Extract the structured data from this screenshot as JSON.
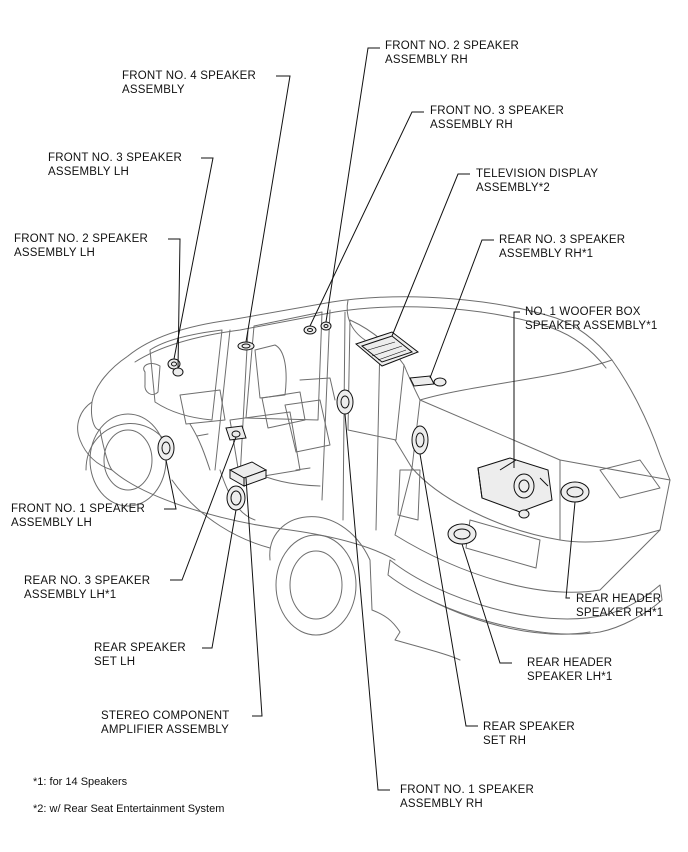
{
  "labels": {
    "front_no2_rh": [
      "FRONT NO. 2 SPEAKER",
      "ASSEMBLY RH"
    ],
    "front_no4": [
      "FRONT NO. 4 SPEAKER",
      "ASSEMBLY"
    ],
    "front_no3_rh": [
      "FRONT NO. 3 SPEAKER",
      "ASSEMBLY RH"
    ],
    "front_no3_lh": [
      "FRONT NO. 3 SPEAKER",
      "ASSEMBLY LH"
    ],
    "television_display": [
      "TELEVISION DISPLAY",
      "ASSEMBLY*2"
    ],
    "front_no2_lh": [
      "FRONT NO. 2 SPEAKER",
      "ASSEMBLY LH"
    ],
    "rear_no3_rh": [
      "REAR NO. 3 SPEAKER",
      "ASSEMBLY RH*1"
    ],
    "woofer_box": [
      "NO. 1 WOOFER BOX",
      "SPEAKER ASSEMBLY*1"
    ],
    "front_no1_lh": [
      "FRONT NO. 1 SPEAKER",
      "ASSEMBLY LH"
    ],
    "rear_no3_lh": [
      "REAR NO. 3 SPEAKER",
      "ASSEMBLY LH*1"
    ],
    "rear_header_rh": [
      "REAR HEADER",
      "SPEAKER RH*1"
    ],
    "rear_speaker_lh": [
      "REAR SPEAKER",
      "SET LH"
    ],
    "rear_header_lh": [
      "REAR HEADER",
      "SPEAKER LH*1"
    ],
    "stereo_amp": [
      "STEREO COMPONENT",
      "AMPLIFIER ASSEMBLY"
    ],
    "rear_speaker_rh": [
      "REAR SPEAKER",
      "SET RH"
    ],
    "front_no1_rh": [
      "FRONT NO. 1 SPEAKER",
      "ASSEMBLY RH"
    ]
  },
  "notes": {
    "note1": "*1: for 14 Speakers",
    "note2": "*2: w/ Rear Seat Entertainment System"
  },
  "colors": {
    "line": "#111111",
    "outline": "#6e6e6e",
    "part_fill": "#ededed"
  }
}
